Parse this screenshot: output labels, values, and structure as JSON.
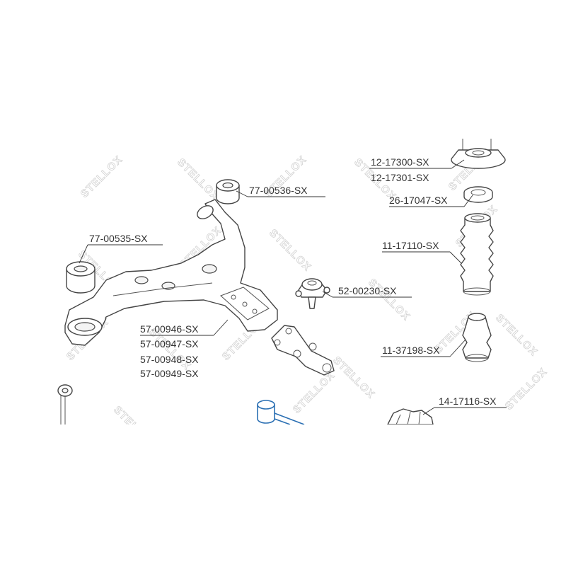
{
  "watermark_text": "STELLOX",
  "labels": {
    "p1": "12-17300-SX",
    "p2": "12-17301-SX",
    "p3": "26-17047-SX",
    "p4": "77-00536-SX",
    "p5": "77-00535-SX",
    "p6": "11-17110-SX",
    "p7": "52-00230-SX",
    "p8": "57-00946-SX",
    "p9": "57-00947-SX",
    "p10": "57-00948-SX",
    "p11": "57-00949-SX",
    "p12": "11-37198-SX",
    "p13": "14-17116-SX"
  },
  "colors": {
    "line": "#444444",
    "text": "#333333",
    "watermark": "#d2d2d2",
    "accent_blue": "#2a6fb3"
  }
}
